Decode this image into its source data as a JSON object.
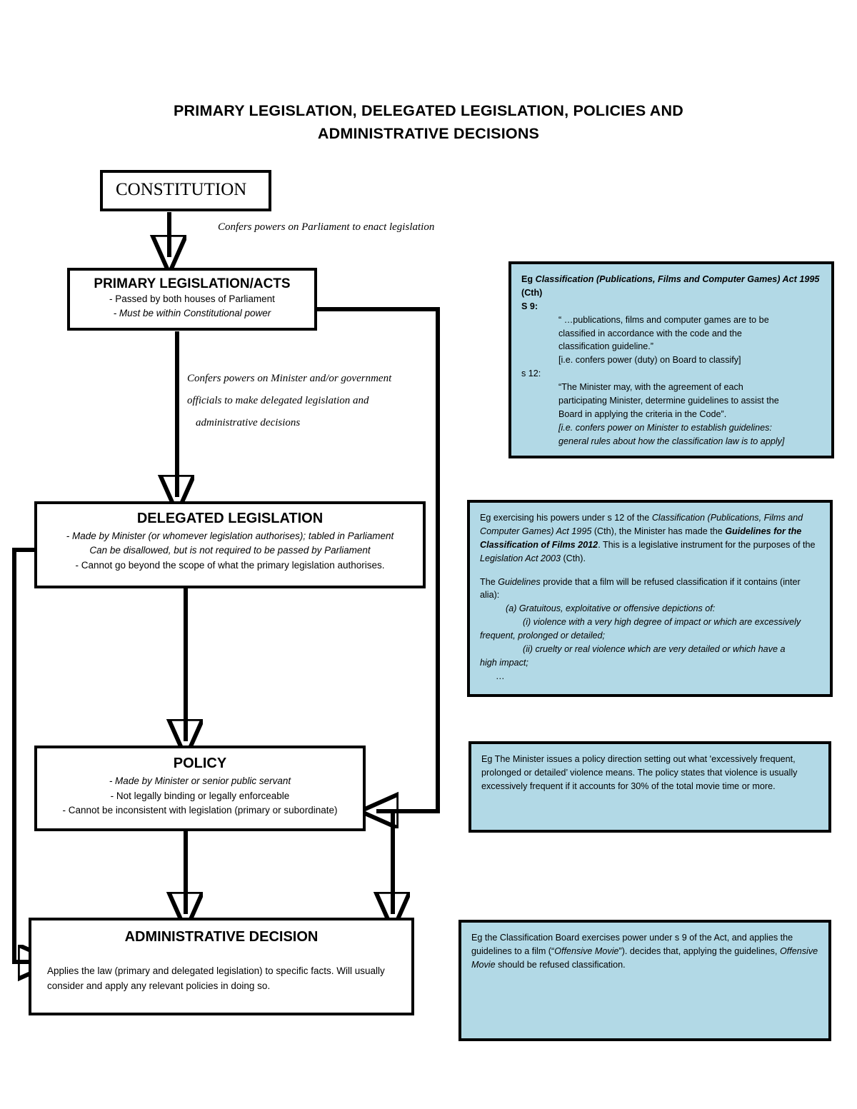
{
  "title": {
    "line1": "PRIMARY LEGISLATION, DELEGATED LEGISLATION, POLICIES AND",
    "line2": "ADMINISTRATIVE DECISIONS"
  },
  "colors": {
    "example_box_fill": "#b2d9e6",
    "box_border": "#000000",
    "page_background": "#ffffff"
  },
  "flow": {
    "constitution": {
      "heading": "CONSTITUTION"
    },
    "primary_legislation": {
      "heading": "PRIMARY LEGISLATION/ACTS",
      "bullets": [
        "- Passed by both houses of Parliament",
        "- Must be within Constitutional power"
      ]
    },
    "delegated_legislation": {
      "heading": "DELEGATED LEGISLATION",
      "bullets": [
        "- Made by Minister (or whomever legislation authorises); tabled in Parliament",
        "Can be disallowed, but is not required to be passed by Parliament",
        "- Cannot go beyond the scope of what the primary legislation authorises."
      ]
    },
    "policy": {
      "heading": "POLICY",
      "bullets": [
        "- Made by Minister or senior public servant",
        "- Not legally binding or legally enforceable",
        "- Cannot be inconsistent with legislation (primary or subordinate)"
      ]
    },
    "administrative_decision": {
      "heading": "ADMINISTRATIVE DECISION",
      "body": "Applies the law (primary and delegated legislation) to specific facts. Will usually consider and apply any relevant policies in doing so."
    }
  },
  "connector_labels": {
    "constitution_to_primary": "Confers powers on Parliament to enact legislation",
    "primary_to_delegated_line1": "Confers powers on Minister and/or government",
    "primary_to_delegated_line2": "officials to make delegated legislation and",
    "primary_to_delegated_line3": "administrative decisions"
  },
  "examples": {
    "primary_legislation": {
      "intro_prefix": "Eg ",
      "act_title": "Classification (Publications, Films and Computer Games) Act 1995",
      "act_suffix": " (Cth)",
      "s9_label": "S 9:",
      "s9_quote_line1": "“ …publications, films and computer games are to be",
      "s9_quote_line2": "classified in accordance with the code and the",
      "s9_quote_line3": "classification guideline.”",
      "s9_note": "[i.e. confers power (duty) on Board to classify]",
      "s12_label": "s 12:",
      "s12_quote_line1": "“The Minister may, with the agreement of each",
      "s12_quote_line2": "participating Minister, determine guidelines to assist the",
      "s12_quote_line3": "Board in applying the criteria in the Code”.",
      "s12_note_line1": "[i.e. confers power on Minister to establish guidelines:",
      "s12_note_line2": "general rules about how the classification law is to apply]"
    },
    "delegated_legislation": {
      "p1_a": "Eg exercising his powers under s 12 of the ",
      "p1_act1": "Classification (Publications, Films and Computer Games) Act 1995",
      "p1_b": " (Cth), the Minister has made the ",
      "p1_guidelines": "Guidelines for the Classification of Films 2012",
      "p1_c": ". This is a legislative instrument for the purposes of the ",
      "p1_act2": "Legislation Act 2003",
      "p1_d": " (Cth).",
      "p2_a": "The ",
      "p2_guidelines": "Guidelines",
      "p2_b": " provide that a film will be refused classification if it contains (inter alia):",
      "item_a": "(a) Gratuitous, exploitative or offensive depictions of:",
      "item_i": "(i) violence with a very high degree of impact or which are excessively",
      "item_i_cont": "frequent, prolonged or detailed;",
      "item_ii": "(ii) cruelty or real violence which are very detailed or which have a",
      "item_ii_cont": "high impact;",
      "ellipsis": "…"
    },
    "policy": {
      "text": "Eg The Minister issues a policy direction setting out what 'excessively frequent, prolonged or detailed’ violence means. The policy states that violence is usually excessively frequent if it accounts for 30% of the total movie time or more."
    },
    "administrative_decision": {
      "part1": "Eg the Classification Board exercises power under s 9 of the Act, and applies the guidelines to a film (“",
      "film1": "Offensive Movie",
      "part2": "”). decides that, applying the guidelines, ",
      "film2": "Offensive Movie",
      "part3": " should be refused classification."
    }
  }
}
